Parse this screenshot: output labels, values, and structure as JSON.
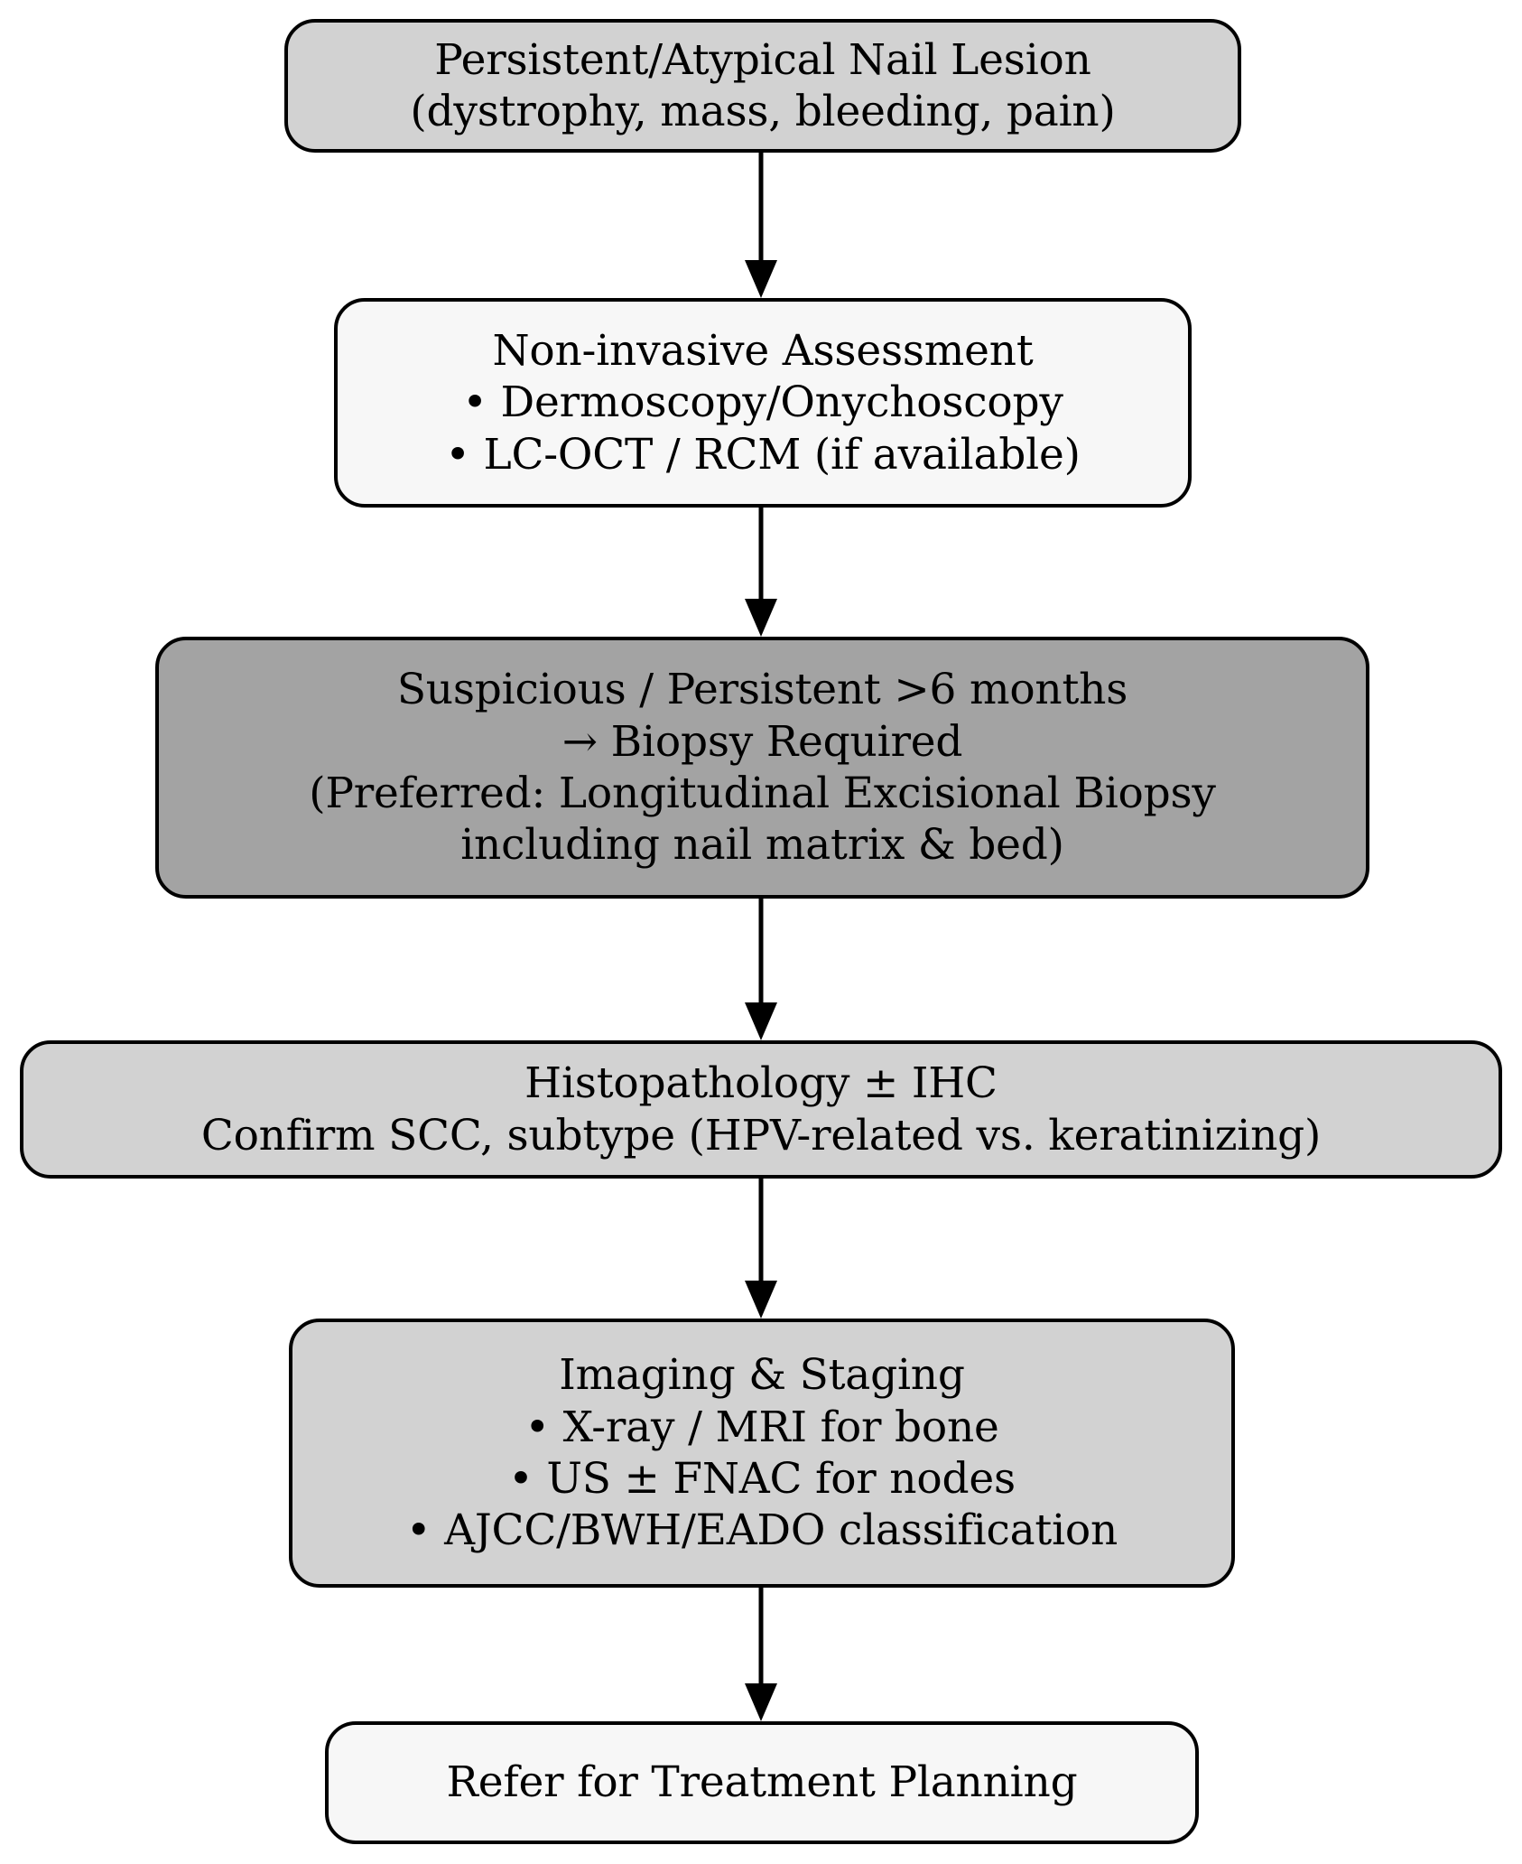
{
  "diagram": {
    "title": "Nail SCC diagnostic pathway flowchart",
    "orientation": "top-to-bottom",
    "colors": {
      "light_gray_fill": "#d2d2d2",
      "dark_gray_fill": "#a3a3a3",
      "off_white_fill": "#f7f7f7",
      "border": "#000000",
      "text": "#000000",
      "background": "#ffffff"
    }
  },
  "nodes": [
    {
      "id": "lesion",
      "fill": "light-gray",
      "lines": [
        "Persistent/Atypical Nail Lesion",
        "(dystrophy, mass, bleeding, pain)"
      ]
    },
    {
      "id": "noninvasive",
      "fill": "off-white",
      "heading": "Non-invasive Assessment",
      "bullets": [
        "• Dermoscopy/Onychoscopy",
        "• LC-OCT / RCM (if available)"
      ]
    },
    {
      "id": "suspicious",
      "fill": "dark-gray",
      "lines": [
        "Suspicious / Persistent >6 months",
        "→ Biopsy Required",
        "(Preferred: Longitudinal Excisional Biopsy",
        "including nail matrix & bed)"
      ]
    },
    {
      "id": "histopathology",
      "fill": "light-gray",
      "lines": [
        "Histopathology ± IHC",
        "Confirm SCC, subtype (HPV-related vs. keratinizing)"
      ]
    },
    {
      "id": "imaging",
      "fill": "light-gray",
      "heading": "Imaging & Staging",
      "bullets": [
        "• X-ray / MRI for bone",
        "• US ± FNAC for nodes",
        "• AJCC/BWH/EADO classification"
      ]
    },
    {
      "id": "refer",
      "fill": "off-white",
      "lines": [
        "Refer for Treatment Planning"
      ]
    }
  ],
  "edges": [
    {
      "from": "lesion",
      "to": "noninvasive",
      "label": ""
    },
    {
      "from": "noninvasive",
      "to": "suspicious",
      "label": ""
    },
    {
      "from": "suspicious",
      "to": "histopathology",
      "label": ""
    },
    {
      "from": "histopathology",
      "to": "imaging",
      "label": ""
    },
    {
      "from": "imaging",
      "to": "refer",
      "label": ""
    }
  ]
}
